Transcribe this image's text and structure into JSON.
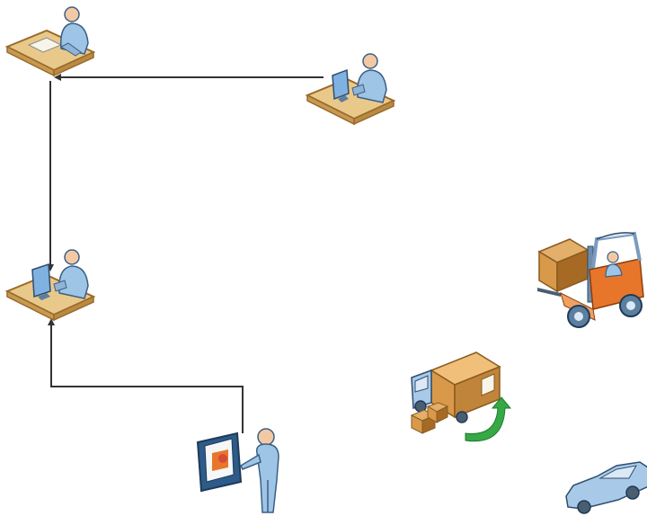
{
  "diagram": {
    "nodes": [
      {
        "id": "workstation-top-left",
        "icon": "person-at-desk-paperwork-icon"
      },
      {
        "id": "workstation-top-right",
        "icon": "person-at-desk-computer-icon"
      },
      {
        "id": "workstation-middle-left",
        "icon": "person-at-desk-computer-icon"
      },
      {
        "id": "kiosk-user",
        "icon": "person-at-kiosk-screen-icon"
      },
      {
        "id": "forklift",
        "icon": "forklift-with-box-icon"
      },
      {
        "id": "delivery-truck",
        "icon": "delivery-truck-with-boxes-icon"
      },
      {
        "id": "car",
        "icon": "car-icon"
      }
    ],
    "edges": [
      {
        "from": "workstation-top-right",
        "to": "workstation-top-left",
        "arrow": "end"
      },
      {
        "from": "workstation-top-left",
        "to": "workstation-middle-left",
        "arrow": "end"
      },
      {
        "from": "kiosk-user",
        "to": "workstation-middle-left",
        "arrow": "end"
      }
    ]
  },
  "colors": {
    "connector": "#333333",
    "desk_top": "#e9c98a",
    "desk_edge": "#9a6a2a",
    "person_skin": "#f3c9a4",
    "person_body": "#9ec4e6",
    "person_outline": "#3b5f85",
    "monitor": "#7fb2e0",
    "box": "#d89a4a",
    "box_dark": "#a66a24",
    "truck_body": "#a9c9e8",
    "forklift_orange": "#e8762a",
    "green_arrow": "#36a845",
    "car_body": "#a9c9e8"
  }
}
